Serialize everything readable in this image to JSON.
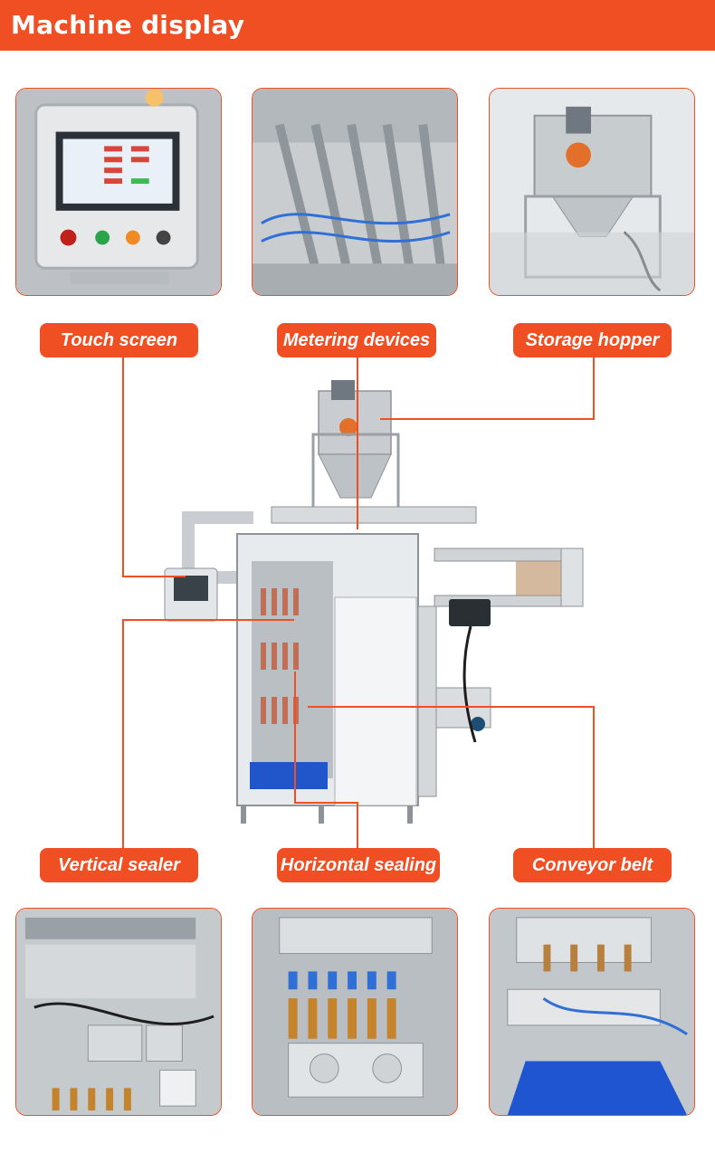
{
  "header": {
    "title": "Machine display"
  },
  "labels": {
    "touch_screen": "Touch screen",
    "metering_devices": "Metering devices",
    "storage_hopper": "Storage hopper",
    "vertical_sealer": "Vertical sealer",
    "horizontal_sealing": "Horizontal sealing",
    "conveyor_belt": "Conveyor belt"
  },
  "colors": {
    "accent": "#f04e23",
    "background": "#ffffff"
  }
}
